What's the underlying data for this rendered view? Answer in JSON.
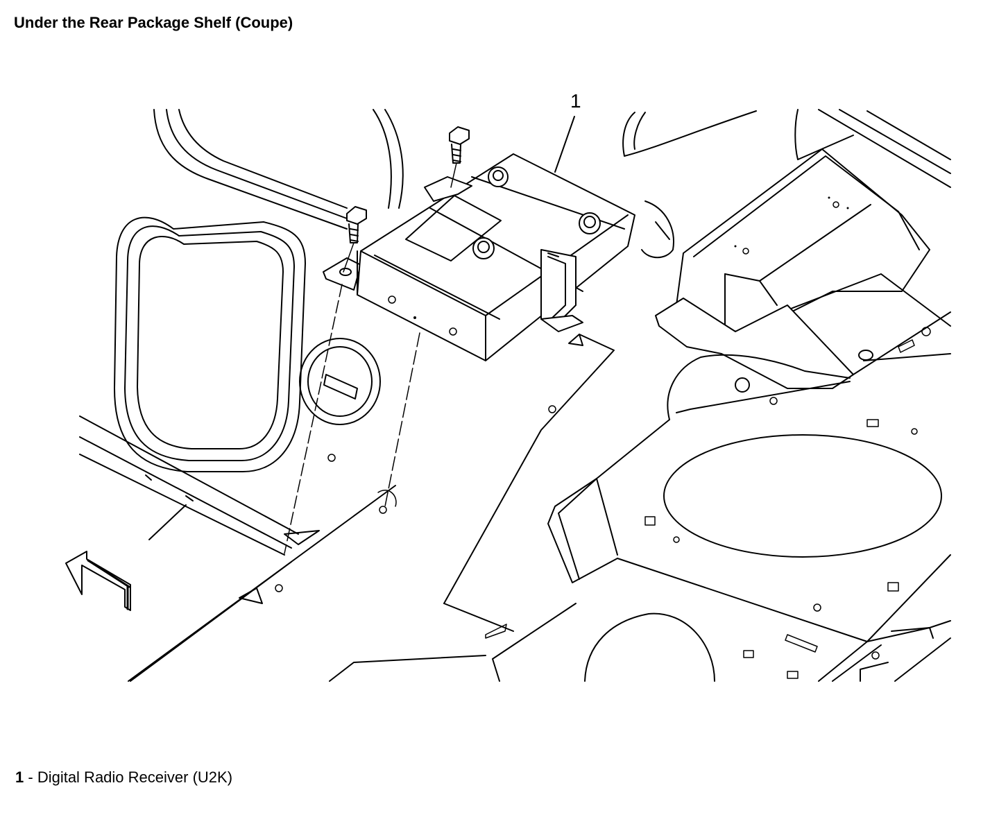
{
  "title": "Under the Rear Package Shelf (Coupe)",
  "callouts": [
    {
      "number": "1",
      "description": "Digital Radio Receiver (U2K)"
    }
  ],
  "legend": {
    "separator": " - "
  },
  "icons": {
    "front_direction": "arrow-icon"
  }
}
